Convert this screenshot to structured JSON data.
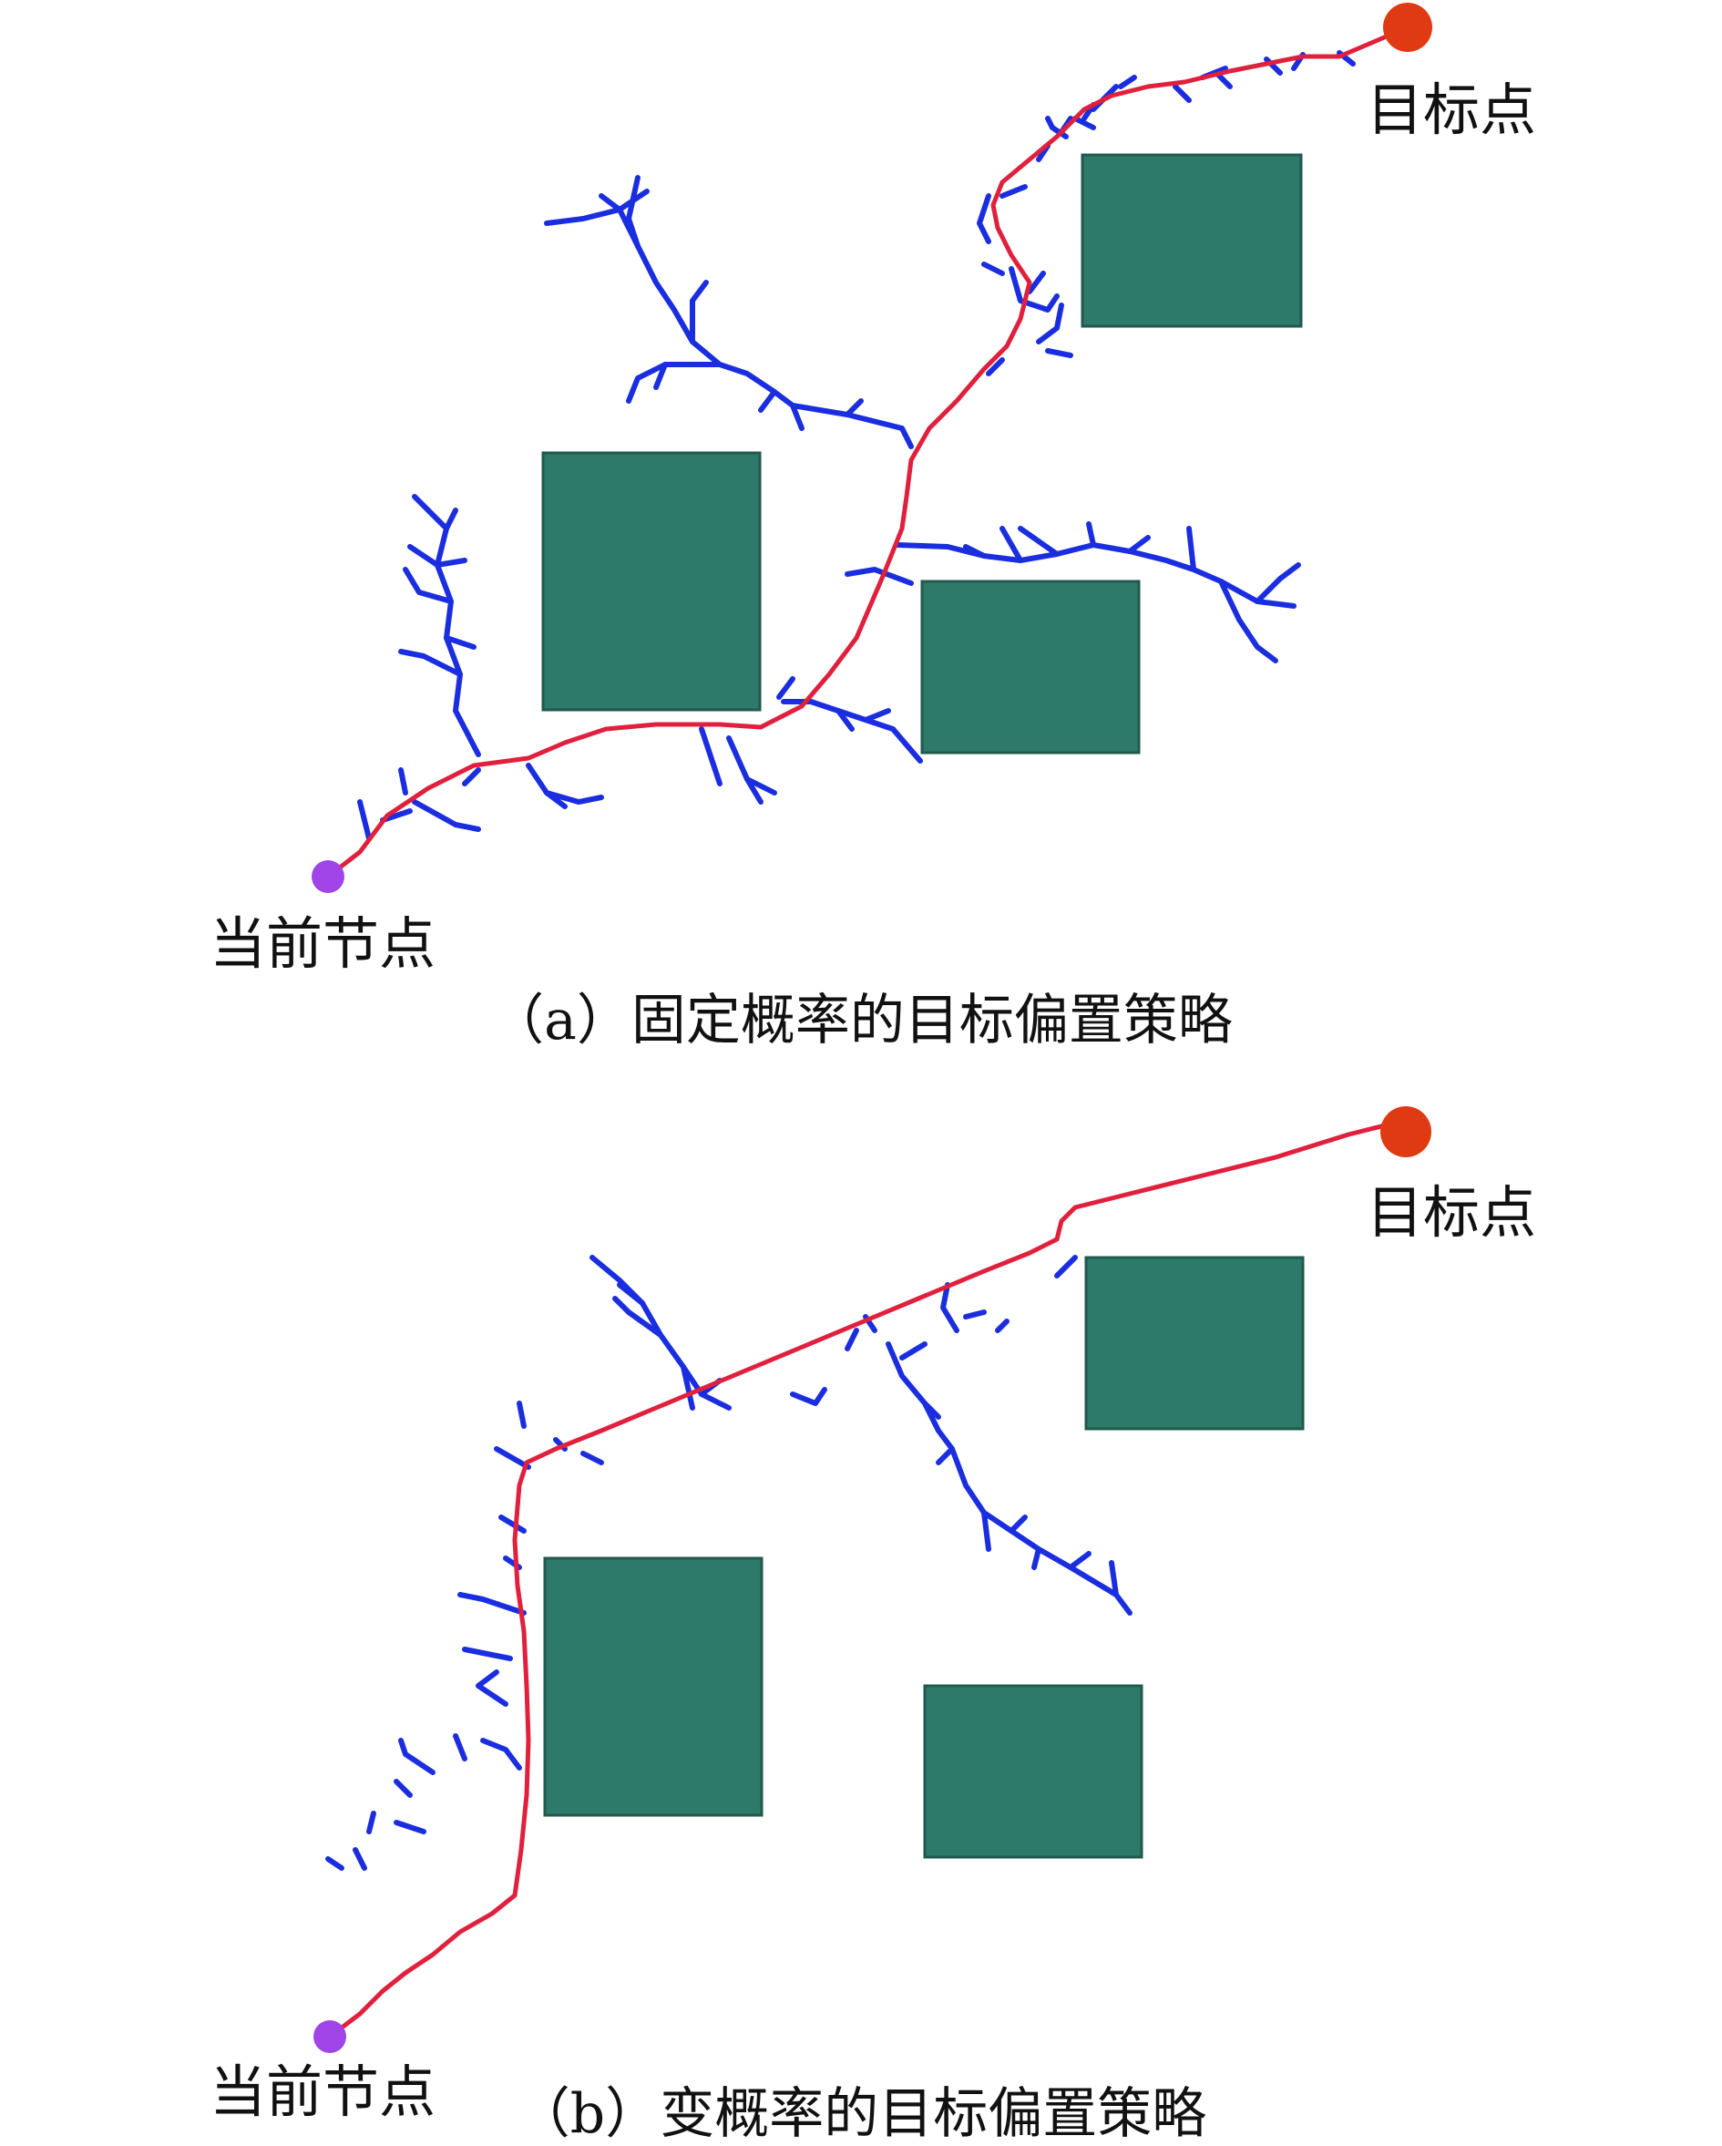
{
  "colors": {
    "obstacle": "#2e7a6a",
    "obstacle_border": "#1f5a4d",
    "tree": "#1a2ee0",
    "path": "#e0203c",
    "goal": "#e03a14",
    "start": "#a044e8"
  },
  "panels": [
    {
      "id": "a",
      "caption": "（a）固定概率的目标偏置策略",
      "goal_label": "目标点",
      "start_label": "当前节点"
    },
    {
      "id": "b",
      "caption": "（b）变概率的目标偏置策略",
      "goal_label": "目标点",
      "start_label": "当前节点"
    }
  ]
}
